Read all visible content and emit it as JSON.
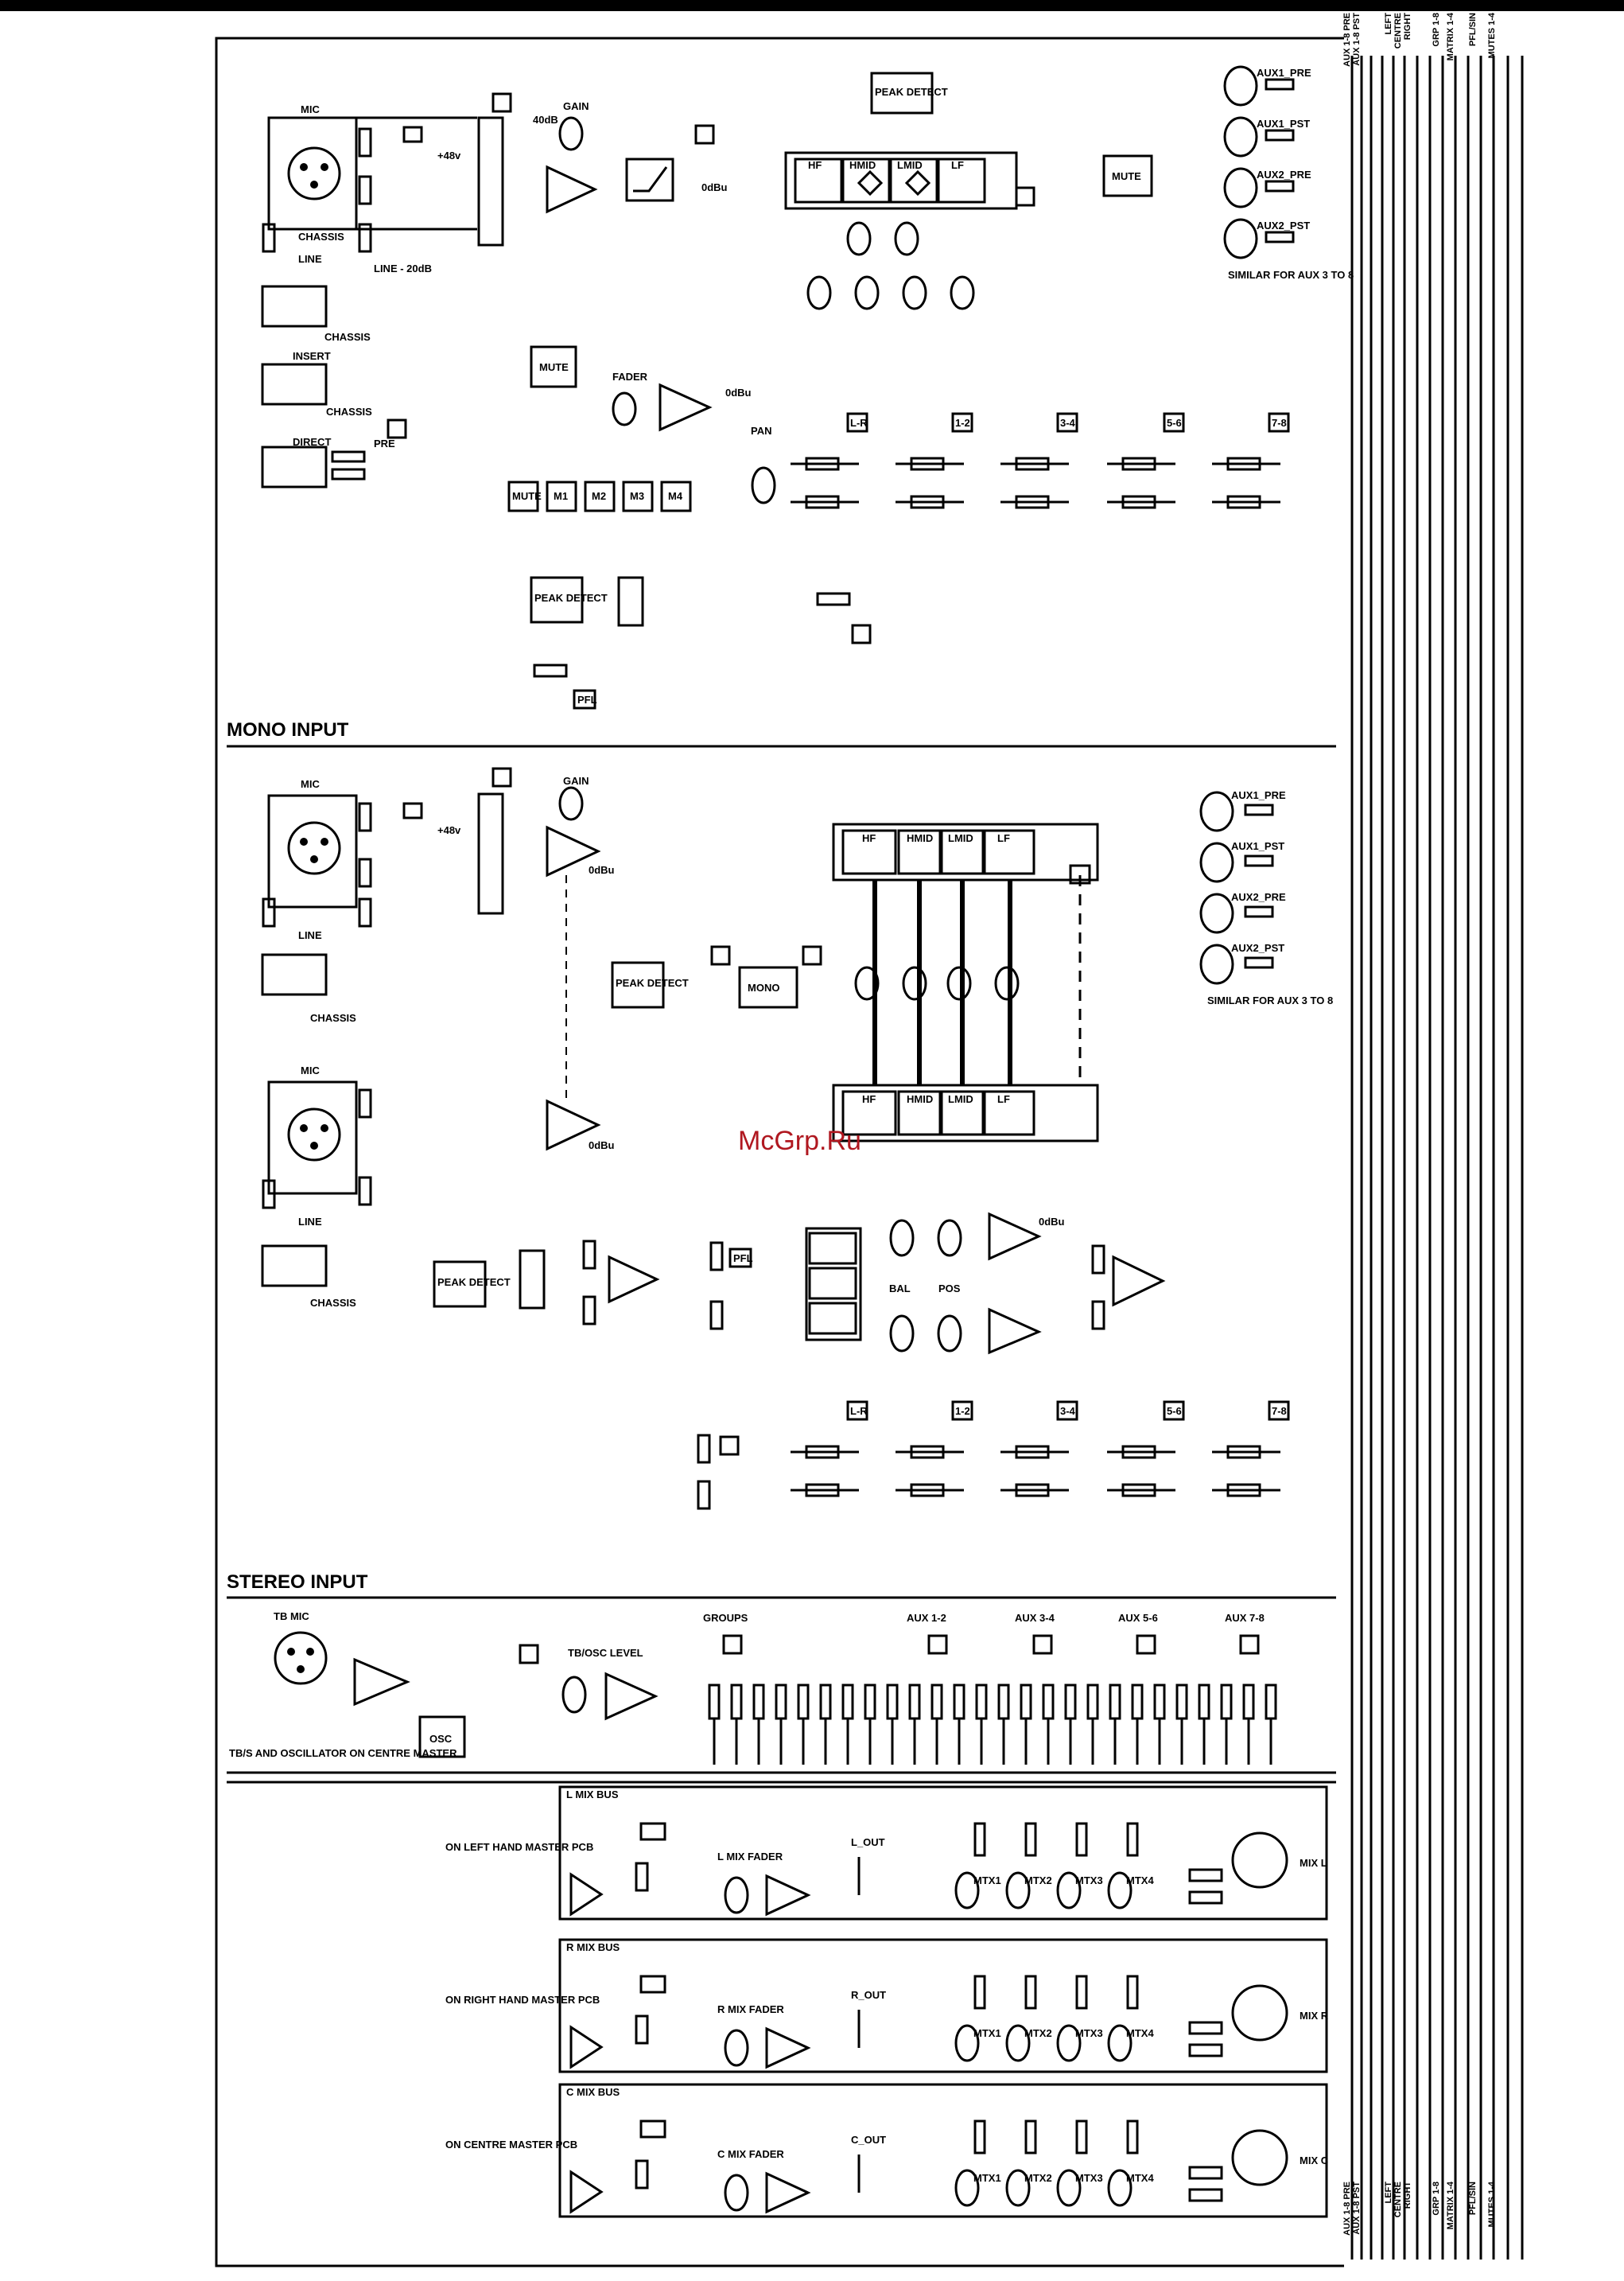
{
  "sections": {
    "mono": "MONO INPUT",
    "stereo": "STEREO INPUT"
  },
  "watermark": "McGrp.Ru",
  "bus_labels_top": [
    "AUX 1-8 PRE",
    "AUX 1-8 PST",
    "LEFT",
    "CENTRE",
    "RIGHT",
    "GRP 1-8",
    "MATRIX 1-4",
    "PFL/SIN",
    "MUTES 1-4"
  ],
  "bus_labels_bottom": [
    "AUX 1-8 PRE",
    "AUX 1-8 PST",
    "LEFT",
    "CENTRE",
    "RIGHT",
    "GRP 1-8",
    "MATRIX 1-4",
    "PFL/SIN",
    "MUTES 1-4"
  ],
  "channel": {
    "mic": "MIC",
    "line": "LINE",
    "line_gain": "LINE - 20dB",
    "chassis": "CHASSIS",
    "insert": "INSERT",
    "direct": "DIRECT",
    "pre": "PRE",
    "phantom": "+48v",
    "gain": "GAIN",
    "gain_range": "40dB",
    "odbu": "0dBu",
    "peak_detect": "PEAK DETECT",
    "eq_bands": [
      "HF",
      "HMID",
      "LMID",
      "LF"
    ],
    "mute": "MUTE",
    "fader": "FADER",
    "pan": "PAN",
    "route_labels": [
      "L-R",
      "1-2",
      "3-4",
      "5-6",
      "7-8"
    ],
    "aux_sends": [
      "AUX1_PRE",
      "AUX1_PST",
      "AUX2_PRE",
      "AUX2_PST"
    ],
    "similar": "SIMILAR FOR AUX 3 TO 8",
    "mute_groups": [
      "MUTE",
      "M1",
      "M2",
      "M3",
      "M4"
    ],
    "pfl": "PFL",
    "mono": "MONO",
    "bal": "BAL",
    "pos": "POS"
  },
  "talkback": {
    "mic": "TB MIC",
    "osc": "OSC",
    "level": "TB/OSC LEVEL",
    "note": "TB/S AND OSCILLATOR ON CENTRE MASTER",
    "routes": [
      "GROUPS",
      "AUX 1-2",
      "AUX 3-4",
      "AUX 5-6",
      "AUX 7-8"
    ]
  },
  "masters": [
    {
      "bus": "L MIX BUS",
      "note": "ON LEFT HAND MASTER PCB",
      "fader": "L MIX FADER",
      "out": "L_OUT",
      "xlr": "MIX L"
    },
    {
      "bus": "R MIX BUS",
      "note": "ON RIGHT HAND MASTER PCB",
      "fader": "R MIX FADER",
      "out": "R_OUT",
      "xlr": "MIX R"
    },
    {
      "bus": "C MIX BUS",
      "note": "ON CENTRE MASTER PCB",
      "fader": "C MIX FADER",
      "out": "C_OUT",
      "xlr": "MIX C"
    }
  ],
  "matrix": [
    "MTX1",
    "MTX2",
    "MTX3",
    "MTX4"
  ]
}
